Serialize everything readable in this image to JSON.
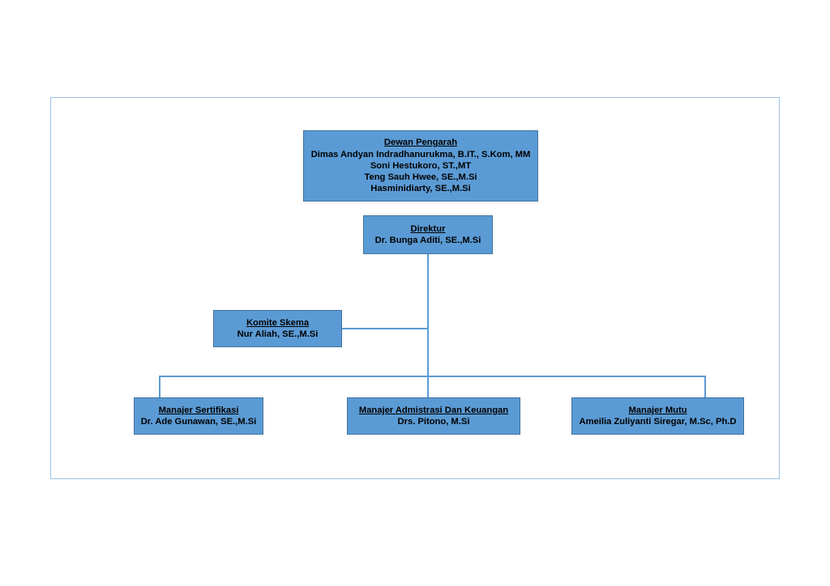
{
  "chart_data": {
    "type": "diagram",
    "diagram_type": "organizational-chart",
    "orientation": "top-down",
    "node_fill": "#5b9bd5",
    "node_border": "#41719c",
    "connector_color": "#5b9bd5",
    "frame_border": "#9dc3e6",
    "nodes": [
      {
        "id": "dewan-pengarah",
        "level": 0,
        "title": "Dewan Pengarah ",
        "members": [
          "Dimas Andyan Indradhanurukma, B.IT., S.Kom, MM",
          "Soni Hestukoro, ST.,MT",
          "Teng Sauh Hwee, SE.,M.Si",
          "Hasminidiarty, SE.,M.Si"
        ]
      },
      {
        "id": "direktur",
        "level": 1,
        "title": "Direktur ",
        "members": [
          "Dr. Bunga Aditi, SE.,M.Si"
        ]
      },
      {
        "id": "komite-skema",
        "level": 2,
        "title": "Komite Skema",
        "members": [
          "Nur Aliah, SE.,M.Si"
        ]
      },
      {
        "id": "manajer-sertifikasi",
        "level": 3,
        "title": "Manajer Sertifikasi ",
        "members": [
          "Dr. Ade Gunawan, SE.,M.Si"
        ]
      },
      {
        "id": "manajer-administrasi",
        "level": 3,
        "title": "Manajer Admistrasi Dan Keuangan ",
        "members": [
          "Drs. Pitono, M.Si"
        ]
      },
      {
        "id": "manajer-mutu",
        "level": 3,
        "title": "Manajer Mutu ",
        "members": [
          "Ameilia Zuliyanti Siregar, M.Sc, Ph.D"
        ]
      }
    ],
    "edges": [
      {
        "from": "dewan-pengarah",
        "to": "direktur"
      },
      {
        "from": "direktur",
        "to": "komite-skema"
      },
      {
        "from": "direktur",
        "to": "manajer-sertifikasi"
      },
      {
        "from": "direktur",
        "to": "manajer-administrasi"
      },
      {
        "from": "direktur",
        "to": "manajer-mutu"
      }
    ]
  },
  "chart": {
    "dewan_pengarah": {
      "title": "Dewan Pengarah ",
      "member_1": "Dimas Andyan Indradhanurukma, B.IT., S.Kom, MM",
      "member_2": "Soni Hestukoro, ST.,MT",
      "member_3": "Teng Sauh Hwee, SE.,M.Si",
      "member_4": "Hasminidiarty, SE.,M.Si"
    },
    "direktur": {
      "title": "Direktur ",
      "member_1": "Dr. Bunga Aditi, SE.,M.Si"
    },
    "komite_skema": {
      "title": "Komite Skema",
      "member_1": "Nur Aliah, SE.,M.Si"
    },
    "manajer_sertifikasi": {
      "title": "Manajer Sertifikasi ",
      "member_1": "Dr. Ade Gunawan, SE.,M.Si"
    },
    "manajer_administrasi": {
      "title": "Manajer Admistrasi Dan Keuangan ",
      "member_1": "Drs. Pitono, M.Si"
    },
    "manajer_mutu": {
      "title": "Manajer Mutu ",
      "member_1": "Ameilia Zuliyanti Siregar, M.Sc, Ph.D"
    }
  }
}
